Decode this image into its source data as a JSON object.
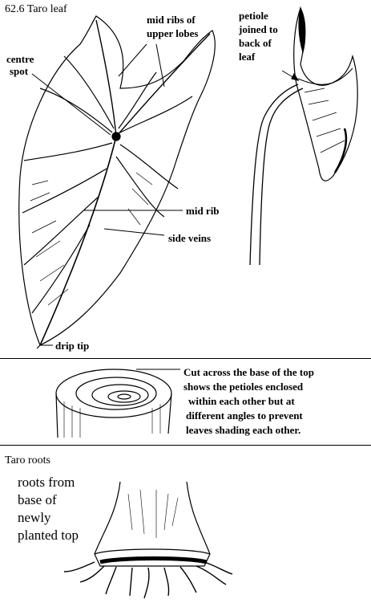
{
  "leaf_section": {
    "title": "62.6  Taro leaf",
    "labels": {
      "mid_ribs_upper_1": "mid ribs of",
      "mid_ribs_upper_2": "upper lobes",
      "centre_1": "centre",
      "centre_2": "spot",
      "petiole_1": "petiole",
      "petiole_2": "joined to",
      "petiole_3": "back of",
      "petiole_4": "leaf",
      "mid_rib": "mid rib",
      "side_veins": "side veins",
      "drip_tip": "drip tip"
    }
  },
  "cut_section": {
    "caption_1": "Cut across the base of the top",
    "caption_2": "shows the petioles enclosed",
    "caption_3": "within each other but at",
    "caption_4": "different angles to prevent",
    "caption_5": "leaves shading each other."
  },
  "roots_section": {
    "title": "Taro roots",
    "caption_1": "roots from",
    "caption_2": "base of",
    "caption_3": "newly",
    "caption_4": "planted top"
  }
}
